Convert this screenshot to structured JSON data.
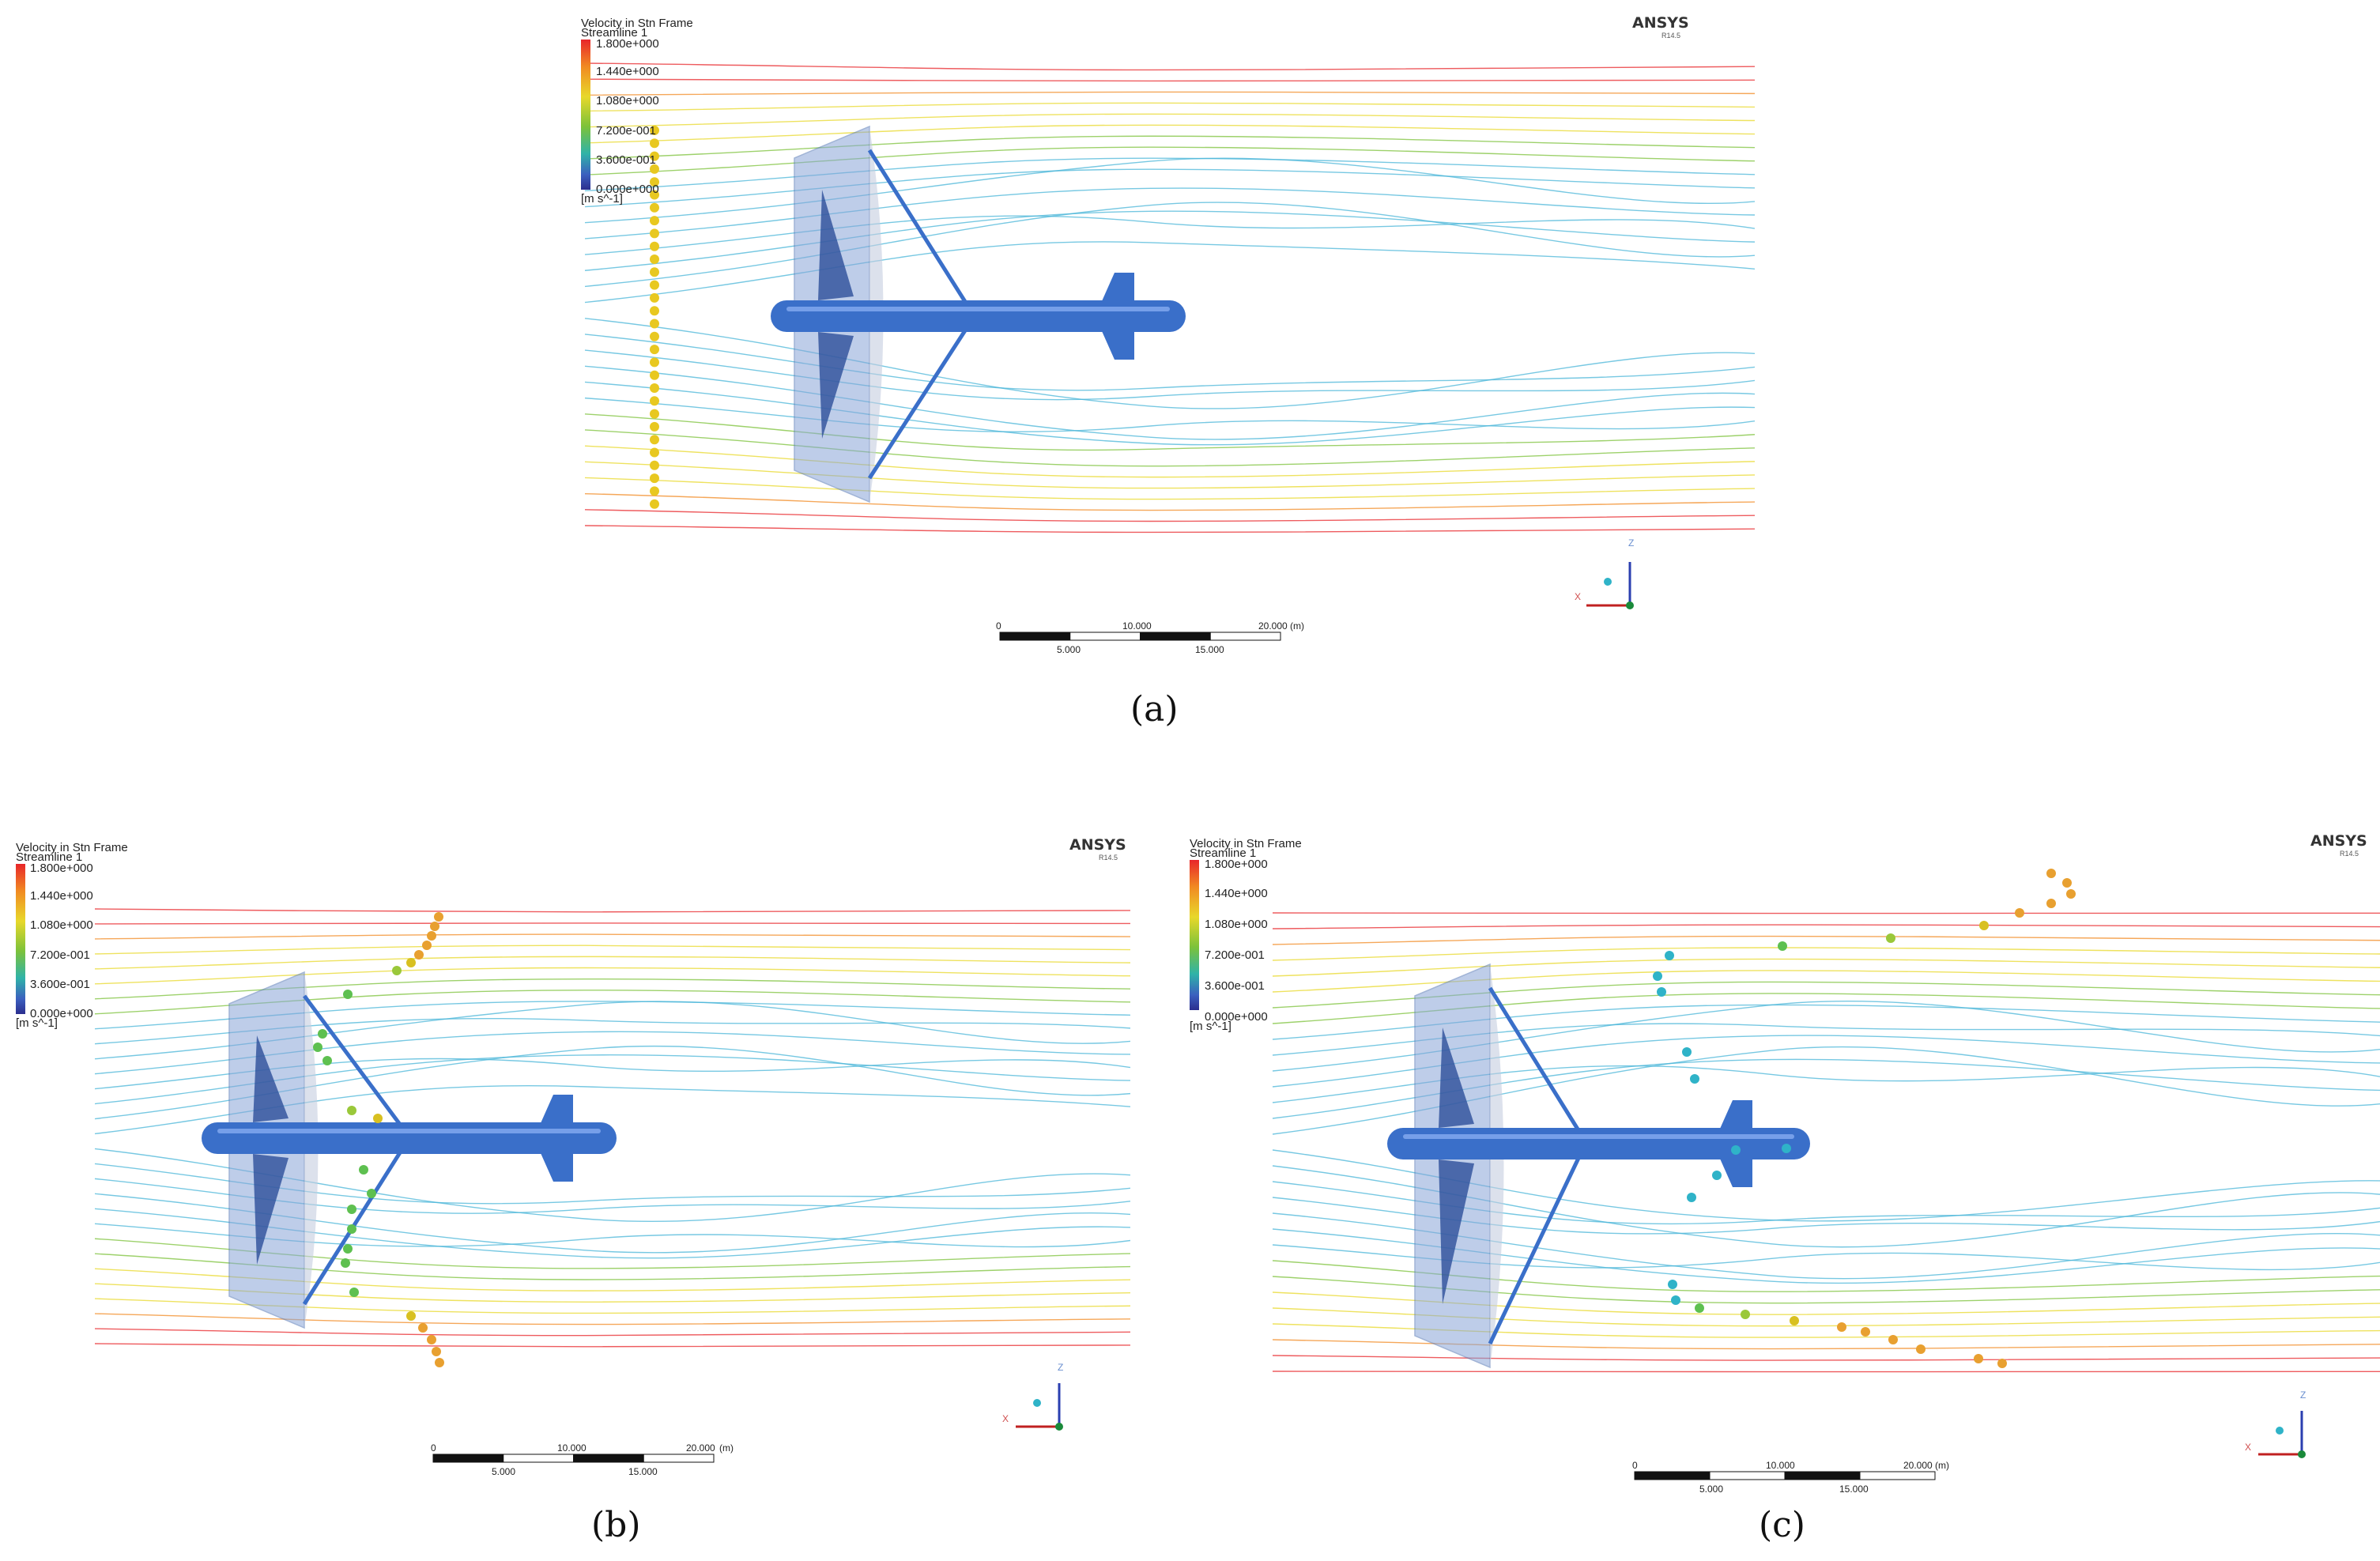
{
  "panels": [
    {
      "id": "a",
      "caption": "(a)",
      "legend": {
        "title": "Velocity in Stn Frame",
        "subtitle": "Streamline 1",
        "ticks": [
          "1.800e+000",
          "1.440e+000",
          "1.080e+000",
          "7.200e-001",
          "3.600e-001",
          "0.000e+000"
        ],
        "unit": "[m s^-1]"
      },
      "brand": "ANSYS",
      "brand_version": "R14.5",
      "scale": {
        "top_labels": [
          "0",
          "10.000",
          "20.000"
        ],
        "unit": "(m)",
        "bottom_labels": [
          "5.000",
          "15.000"
        ]
      },
      "axis_labels": {
        "vertical": "Z",
        "horizontal": "X"
      }
    },
    {
      "id": "b",
      "caption": "(b)",
      "legend": {
        "title": "Velocity in Stn Frame",
        "subtitle": "Streamline 1",
        "ticks": [
          "1.800e+000",
          "1.440e+000",
          "1.080e+000",
          "7.200e-001",
          "3.600e-001",
          "0.000e+000"
        ],
        "unit": "[m s^-1]"
      },
      "brand": "ANSYS",
      "brand_version": "R14.5",
      "scale": {
        "top_labels": [
          "0",
          "10.000",
          "20.000"
        ],
        "unit": "(m)",
        "bottom_labels": [
          "5.000",
          "15.000"
        ]
      },
      "axis_labels": {
        "vertical": "Z",
        "horizontal": "X"
      }
    },
    {
      "id": "c",
      "caption": "(c)",
      "legend": {
        "title": "Velocity in Stn Frame",
        "subtitle": "Streamline 1",
        "ticks": [
          "1.800e+000",
          "1.440e+000",
          "1.080e+000",
          "7.200e-001",
          "3.600e-001",
          "0.000e+000"
        ],
        "unit": "[m s^-1]"
      },
      "brand": "ANSYS",
      "brand_version": "R14.5",
      "scale": {
        "top_labels": [
          "0",
          "10.000",
          "20.000"
        ],
        "unit": "(m)",
        "bottom_labels": [
          "5.000",
          "15.000"
        ]
      },
      "axis_labels": {
        "vertical": "Z",
        "horizontal": "X"
      }
    }
  ],
  "colors": {
    "body": "#3a6fc9",
    "wing": "#8aa6d8",
    "fast": "#e8262a",
    "mid_fast": "#f18a22",
    "mid": "#e8d82a",
    "mid_slow": "#7cc23a",
    "slow": "#4ab6d8"
  }
}
